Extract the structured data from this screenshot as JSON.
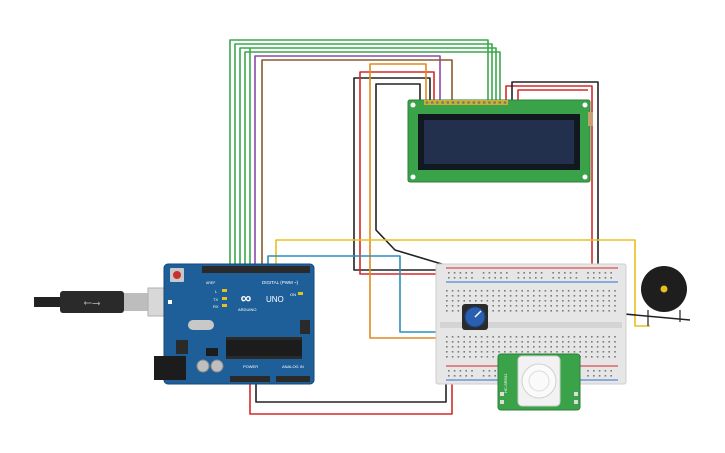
{
  "arduino": {
    "brand": "ARDUINO",
    "model": "UNO",
    "digital_label": "DIGITAL (PWM ~)",
    "power_label": "POWER",
    "analog_label": "ANALOG IN",
    "aref_label": "AREF",
    "tx_label": "TX",
    "rx_label": "RX",
    "l_label": "L",
    "on_label": "ON"
  },
  "pir": {
    "label": "HC-SR501"
  },
  "colors": {
    "board_blue": "#1f5f99",
    "breadboard": "#e6e6e6",
    "lcd_green": "#3aa34a",
    "lcd_screen": "#22304d",
    "pir_green": "#3aa34a",
    "wire_green": "#3aa84a",
    "wire_red": "#d42a2a",
    "wire_black": "#222222",
    "wire_yellow": "#e6c020",
    "wire_blue": "#2a8fbf",
    "wire_orange": "#e08a1e",
    "wire_brown": "#8a5a2b",
    "wire_purple": "#8a4aa8"
  }
}
